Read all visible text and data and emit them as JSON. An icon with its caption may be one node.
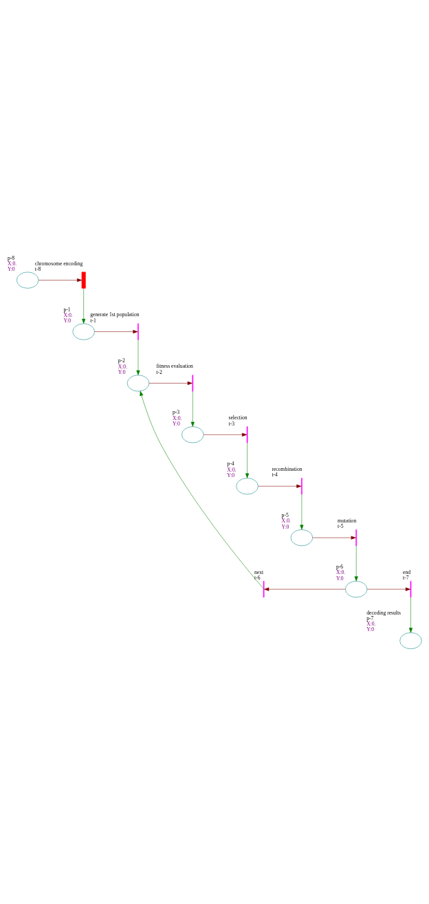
{
  "diagram": {
    "nodes": [
      {
        "text": [],
        "shape": "circle",
        "beside": [
          "p-8",
          "X:0.",
          "Y:0"
        ]
      },
      {
        "text": [],
        "shape": "bar",
        "beside": [
          "chromosome encoding",
          "t-8"
        ]
      },
      {
        "text": [],
        "shape": "circle",
        "beside": [
          "p-1",
          "X:0.",
          "Y:0"
        ]
      },
      {
        "text": [],
        "shape": "bar",
        "beside": [
          "generate 1st population",
          "t-1"
        ]
      },
      {
        "text": [],
        "shape": "circle",
        "beside": [
          "p-2",
          "X:0.",
          "Y:0"
        ]
      },
      {
        "text": [],
        "shape": "bar",
        "beside": [
          "fitness evaluation",
          "t-2"
        ]
      },
      {
        "text": [],
        "shape": "circle",
        "beside": [
          "p-3",
          "X:0.",
          "Y:0"
        ]
      },
      {
        "text": [],
        "shape": "bar",
        "beside": [
          "selection",
          "t-3"
        ]
      },
      {
        "text": [],
        "shape": "circle",
        "beside": [
          "p-4",
          "X:0.",
          "Y:0"
        ]
      },
      {
        "text": [],
        "shape": "bar",
        "beside": [
          "recombination",
          "t-4"
        ]
      },
      {
        "text": [],
        "shape": "circle",
        "beside": [
          "p-5",
          "X:0.",
          "Y:0"
        ]
      },
      {
        "text": [],
        "shape": "bar",
        "beside": [
          "mutation",
          "t-5"
        ]
      },
      {
        "text": [],
        "shape": "bar",
        "beside": [
          "next",
          "t-6"
        ]
      },
      {
        "text": [],
        "shape": "circle",
        "beside": [
          "p-6",
          "X:0.",
          "Y:0"
        ]
      },
      {
        "text": [],
        "shape": "bar",
        "beside": [
          "end",
          "t-7"
        ]
      },
      {
        "text": [],
        "shape": "circle",
        "beside": [
          "decoding results",
          "p-7",
          "X:0.",
          "Y:0"
        ]
      }
    ],
    "edges": [
      {
        "from": 0,
        "to": 1,
        "arrow": "to",
        "color": "#800000"
      },
      {
        "from": 1,
        "to": 2,
        "arrow": "to",
        "color": "#008000"
      },
      {
        "from": 2,
        "to": 3,
        "arrow": "to",
        "color": "#800000"
      },
      {
        "from": 3,
        "to": 4,
        "arrow": "to",
        "color": "#008000"
      },
      {
        "from": 4,
        "to": 5,
        "arrow": "to",
        "color": "#800000"
      },
      {
        "from": 5,
        "to": 6,
        "arrow": "to",
        "color": "#008000"
      },
      {
        "from": 6,
        "to": 7,
        "arrow": "to",
        "color": "#800000"
      },
      {
        "from": 7,
        "to": 8,
        "arrow": "to",
        "color": "#008000"
      },
      {
        "from": 8,
        "to": 9,
        "arrow": "to",
        "color": "#800000"
      },
      {
        "from": 9,
        "to": 10,
        "arrow": "to",
        "color": "#008000"
      },
      {
        "from": 10,
        "to": 11,
        "arrow": "to",
        "color": "#800000"
      },
      {
        "from": 11,
        "to": 13,
        "arrow": "to",
        "color": "#008000"
      },
      {
        "from": 13,
        "to": 12,
        "arrow": "to",
        "color": "#800000"
      },
      {
        "from": 13,
        "to": 14,
        "arrow": "to",
        "color": "#800000"
      },
      {
        "from": 12,
        "to": 4,
        "arrow": "to",
        "color": "#008000"
      },
      {
        "from": 14,
        "to": 15,
        "arrow": "to",
        "color": "#008000"
      }
    ]
  }
}
